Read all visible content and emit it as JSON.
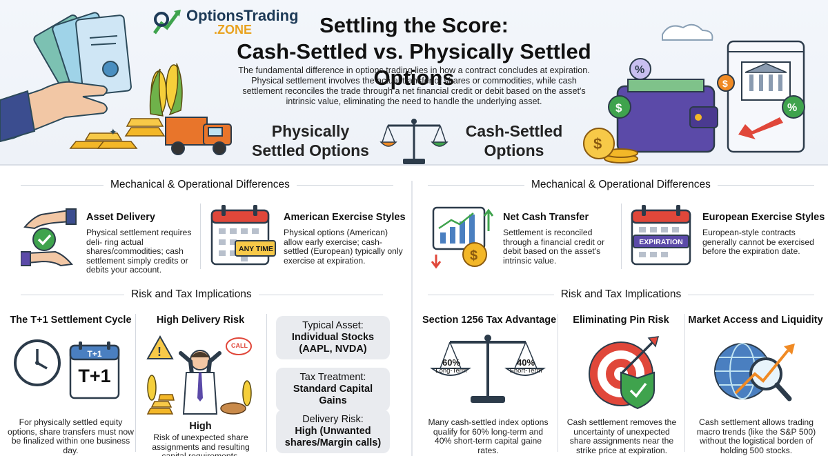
{
  "brand": {
    "name": "OptionsTrading",
    "zone": ".ZONE"
  },
  "title": {
    "line1": "Settling the Score:",
    "line2": "Cash-Settled vs. Physically Settled Options"
  },
  "intro": "The fundamental difference in options trading lies in how a contract concludes at expiration. Physical settlement involves the actual transfer of shares or commodities, while cash settlement reconciles the trade through a net financial credit or debit based on the asset's intrinsic value, eliminating the need to handle the underlying asset.",
  "physical_title": {
    "line1": "Physically",
    "line2": "Settled Options"
  },
  "cash_title": {
    "line1": "Cash-Settled",
    "line2": "Options"
  },
  "left": {
    "mech_heading": "Mechanical & Operational Differences",
    "asset_delivery": {
      "title": "Asset Delivery",
      "desc": "Physical settlement requires deli- ring actual shares/commodities; cash settlement simply credits or debits your account."
    },
    "american": {
      "title": "American Exercise Styles",
      "badge": "ANY TIME",
      "desc": "Physical options (American) allow early exercise; cash- settled (European) typically only exercise at expiration."
    },
    "risk_heading": "Risk and Tax Implications",
    "t1": {
      "title": "The T+1 Settlement Cycle",
      "calendar_top": "T+1",
      "calendar_big": "T+1",
      "desc": "For physically settled equity options, share transfers must now be finalized within one business day."
    },
    "delivery": {
      "title": "High Delivery Risk",
      "call": "CALL",
      "level": "High",
      "desc": "Risk of unexpected share assignments and resulting capital requirements."
    },
    "boxes": [
      {
        "label": "Typical Asset:",
        "value": "Individual Stocks (AAPL, NVDA)"
      },
      {
        "label": "Tax Treatment:",
        "value": "Standard Capital Gains"
      },
      {
        "label": "Delivery Risk:",
        "value": "High (Unwanted shares/Margin calls)"
      }
    ]
  },
  "right": {
    "mech_heading": "Mechanical & Operational Differences",
    "net_cash": {
      "title": "Net Cash Transfer",
      "desc": "Settlement is reconciled through a financial credit or debit based on the asset's intrinsic value."
    },
    "european": {
      "title": "European Exercise Styles",
      "badge": "EXPIRATION",
      "desc": "European-style contracts generally cannot be exercised before the expiration date."
    },
    "risk_heading": "Risk and Tax Implications",
    "s1256": {
      "title": "Section 1256 Tax Advantage",
      "left_pct": "60%",
      "left_lbl": "Long-Term",
      "right_pct": "40%",
      "right_lbl": "Short-Term",
      "desc": "Many cash-settled index options qualify for 60% long-term and 40% short-term capital gaine rates."
    },
    "pin": {
      "title": "Eliminating Pin Risk",
      "desc": "Cash settlement removes the uncertainty of unexpected share assignments near the strike price at expiration."
    },
    "market": {
      "title": "Market Access and Liquidity",
      "desc": "Cash settlement allows trading macro trends (like the S&P 500) without the logistical borden of holding 500 stocks."
    }
  },
  "colors": {
    "green": "#3fa34d",
    "orange": "#f08a24",
    "navy": "#1d3a57",
    "gold": "#e9a21f",
    "red": "#e0473a",
    "purple": "#5b4aa8"
  }
}
